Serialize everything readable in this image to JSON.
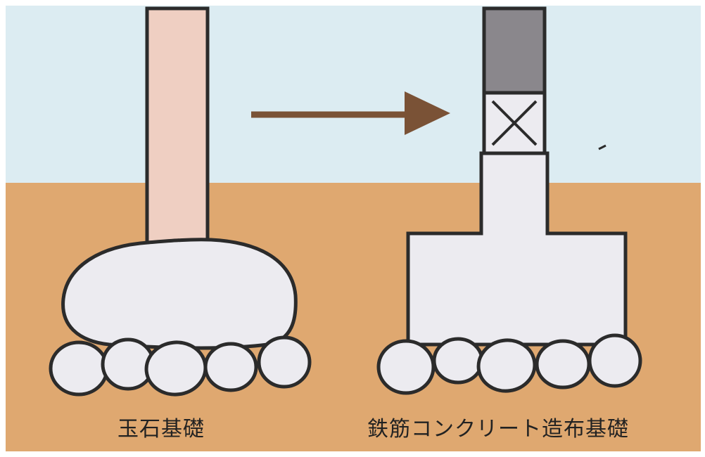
{
  "labels": {
    "left": "玉石基礎",
    "right": "鉄筋コンクリート造布基礎"
  },
  "colors": {
    "sky": "#dcecf2",
    "soil": "#dfa870",
    "wood_post": "#efcfc2",
    "stone": "#ecebf0",
    "concrete": "#ecebf0",
    "upper_post": "#8a878c",
    "arrow": "#7a5236",
    "outline": "#2b2b2b"
  },
  "icons": {
    "arrow": "right-arrow",
    "sill_block": "cross-hatched-square"
  }
}
